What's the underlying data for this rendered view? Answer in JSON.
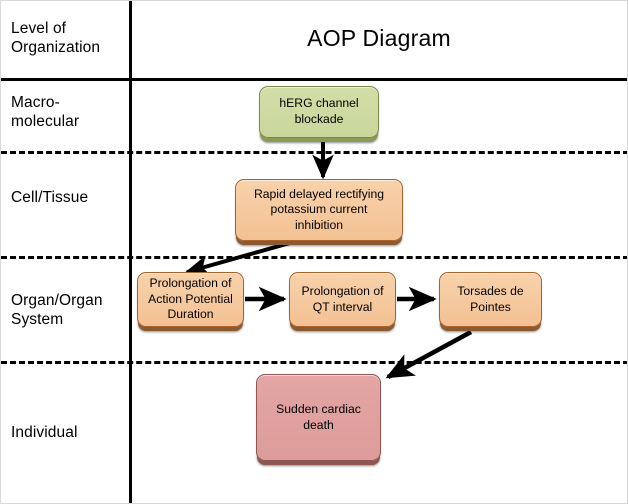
{
  "title": "AOP Diagram",
  "header": {
    "level_column_label": "Level of\nOrganization",
    "level_column_line1": "Level of",
    "level_column_line2": "Organization",
    "diagram_title": "AOP Diagram"
  },
  "rows": [
    {
      "id": "macromolecular",
      "line1": "Macro-",
      "line2": "molecular"
    },
    {
      "id": "cell-tissue",
      "line1": "Cell/Tissue",
      "line2": ""
    },
    {
      "id": "organ-system",
      "line1": "Organ/Organ",
      "line2": "System"
    },
    {
      "id": "individual",
      "line1": "Individual",
      "line2": ""
    }
  ],
  "nodes": [
    {
      "id": "herg-channel-blockade",
      "line1": "hERG channel",
      "line2": "blockade",
      "line3": "",
      "row": "macromolecular",
      "color": "green",
      "fill": "#c9d69b",
      "stroke": "#7a8a4a"
    },
    {
      "id": "potassium-current-inhibition",
      "line1": "Rapid delayed rectifying",
      "line2": "potassium current",
      "line3": "inhibition",
      "row": "cell-tissue",
      "color": "orange",
      "fill": "#f5c79a",
      "stroke": "#a8622a"
    },
    {
      "id": "action-potential-duration",
      "line1": "Prolongation of",
      "line2": "Action Potential",
      "line3": "Duration",
      "row": "organ-system",
      "color": "orange",
      "fill": "#f5c79a",
      "stroke": "#a8622a"
    },
    {
      "id": "qt-interval",
      "line1": "Prolongation of",
      "line2": "QT interval",
      "line3": "",
      "row": "organ-system",
      "color": "orange",
      "fill": "#f5c79a",
      "stroke": "#a8622a"
    },
    {
      "id": "torsades-de-pointes",
      "line1": "Torsades de",
      "line2": "Pointes",
      "line3": "",
      "row": "organ-system",
      "color": "orange",
      "fill": "#f5c79a",
      "stroke": "#a8622a"
    },
    {
      "id": "sudden-cardiac-death",
      "line1": "Sudden cardiac",
      "line2": "death",
      "line3": "",
      "row": "individual",
      "color": "pink",
      "fill": "#dd9f9d",
      "stroke": "#8e5552"
    }
  ],
  "edges": [
    {
      "id": "edge-herg-to-potassium",
      "from": "herg-channel-blockade",
      "to": "potassium-current-inhibition"
    },
    {
      "id": "edge-potassium-to-apd",
      "from": "potassium-current-inhibition",
      "to": "action-potential-duration"
    },
    {
      "id": "edge-apd-to-qt",
      "from": "action-potential-duration",
      "to": "qt-interval"
    },
    {
      "id": "edge-qt-to-torsades",
      "from": "qt-interval",
      "to": "torsades-de-pointes"
    },
    {
      "id": "edge-torsades-to-death",
      "from": "torsades-de-pointes",
      "to": "sudden-cardiac-death"
    }
  ],
  "colors": {
    "line": "#000000",
    "background": "#ffffff",
    "green_fill": "#c9d69b",
    "orange_fill": "#f5c79a",
    "pink_fill": "#dd9f9d"
  }
}
